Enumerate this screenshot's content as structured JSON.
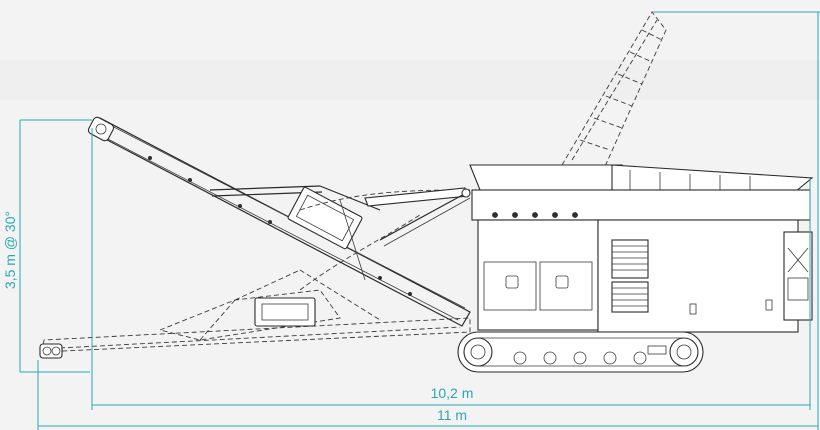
{
  "colors": {
    "background": "#f3f3f3",
    "dimension": "#2aa8b3",
    "linework": "#2a2a2a"
  },
  "dimensions": {
    "height_label": "3,5 m @ 30°",
    "conveyor_length_label": "10,2 m",
    "total_length_label": "11 m"
  }
}
